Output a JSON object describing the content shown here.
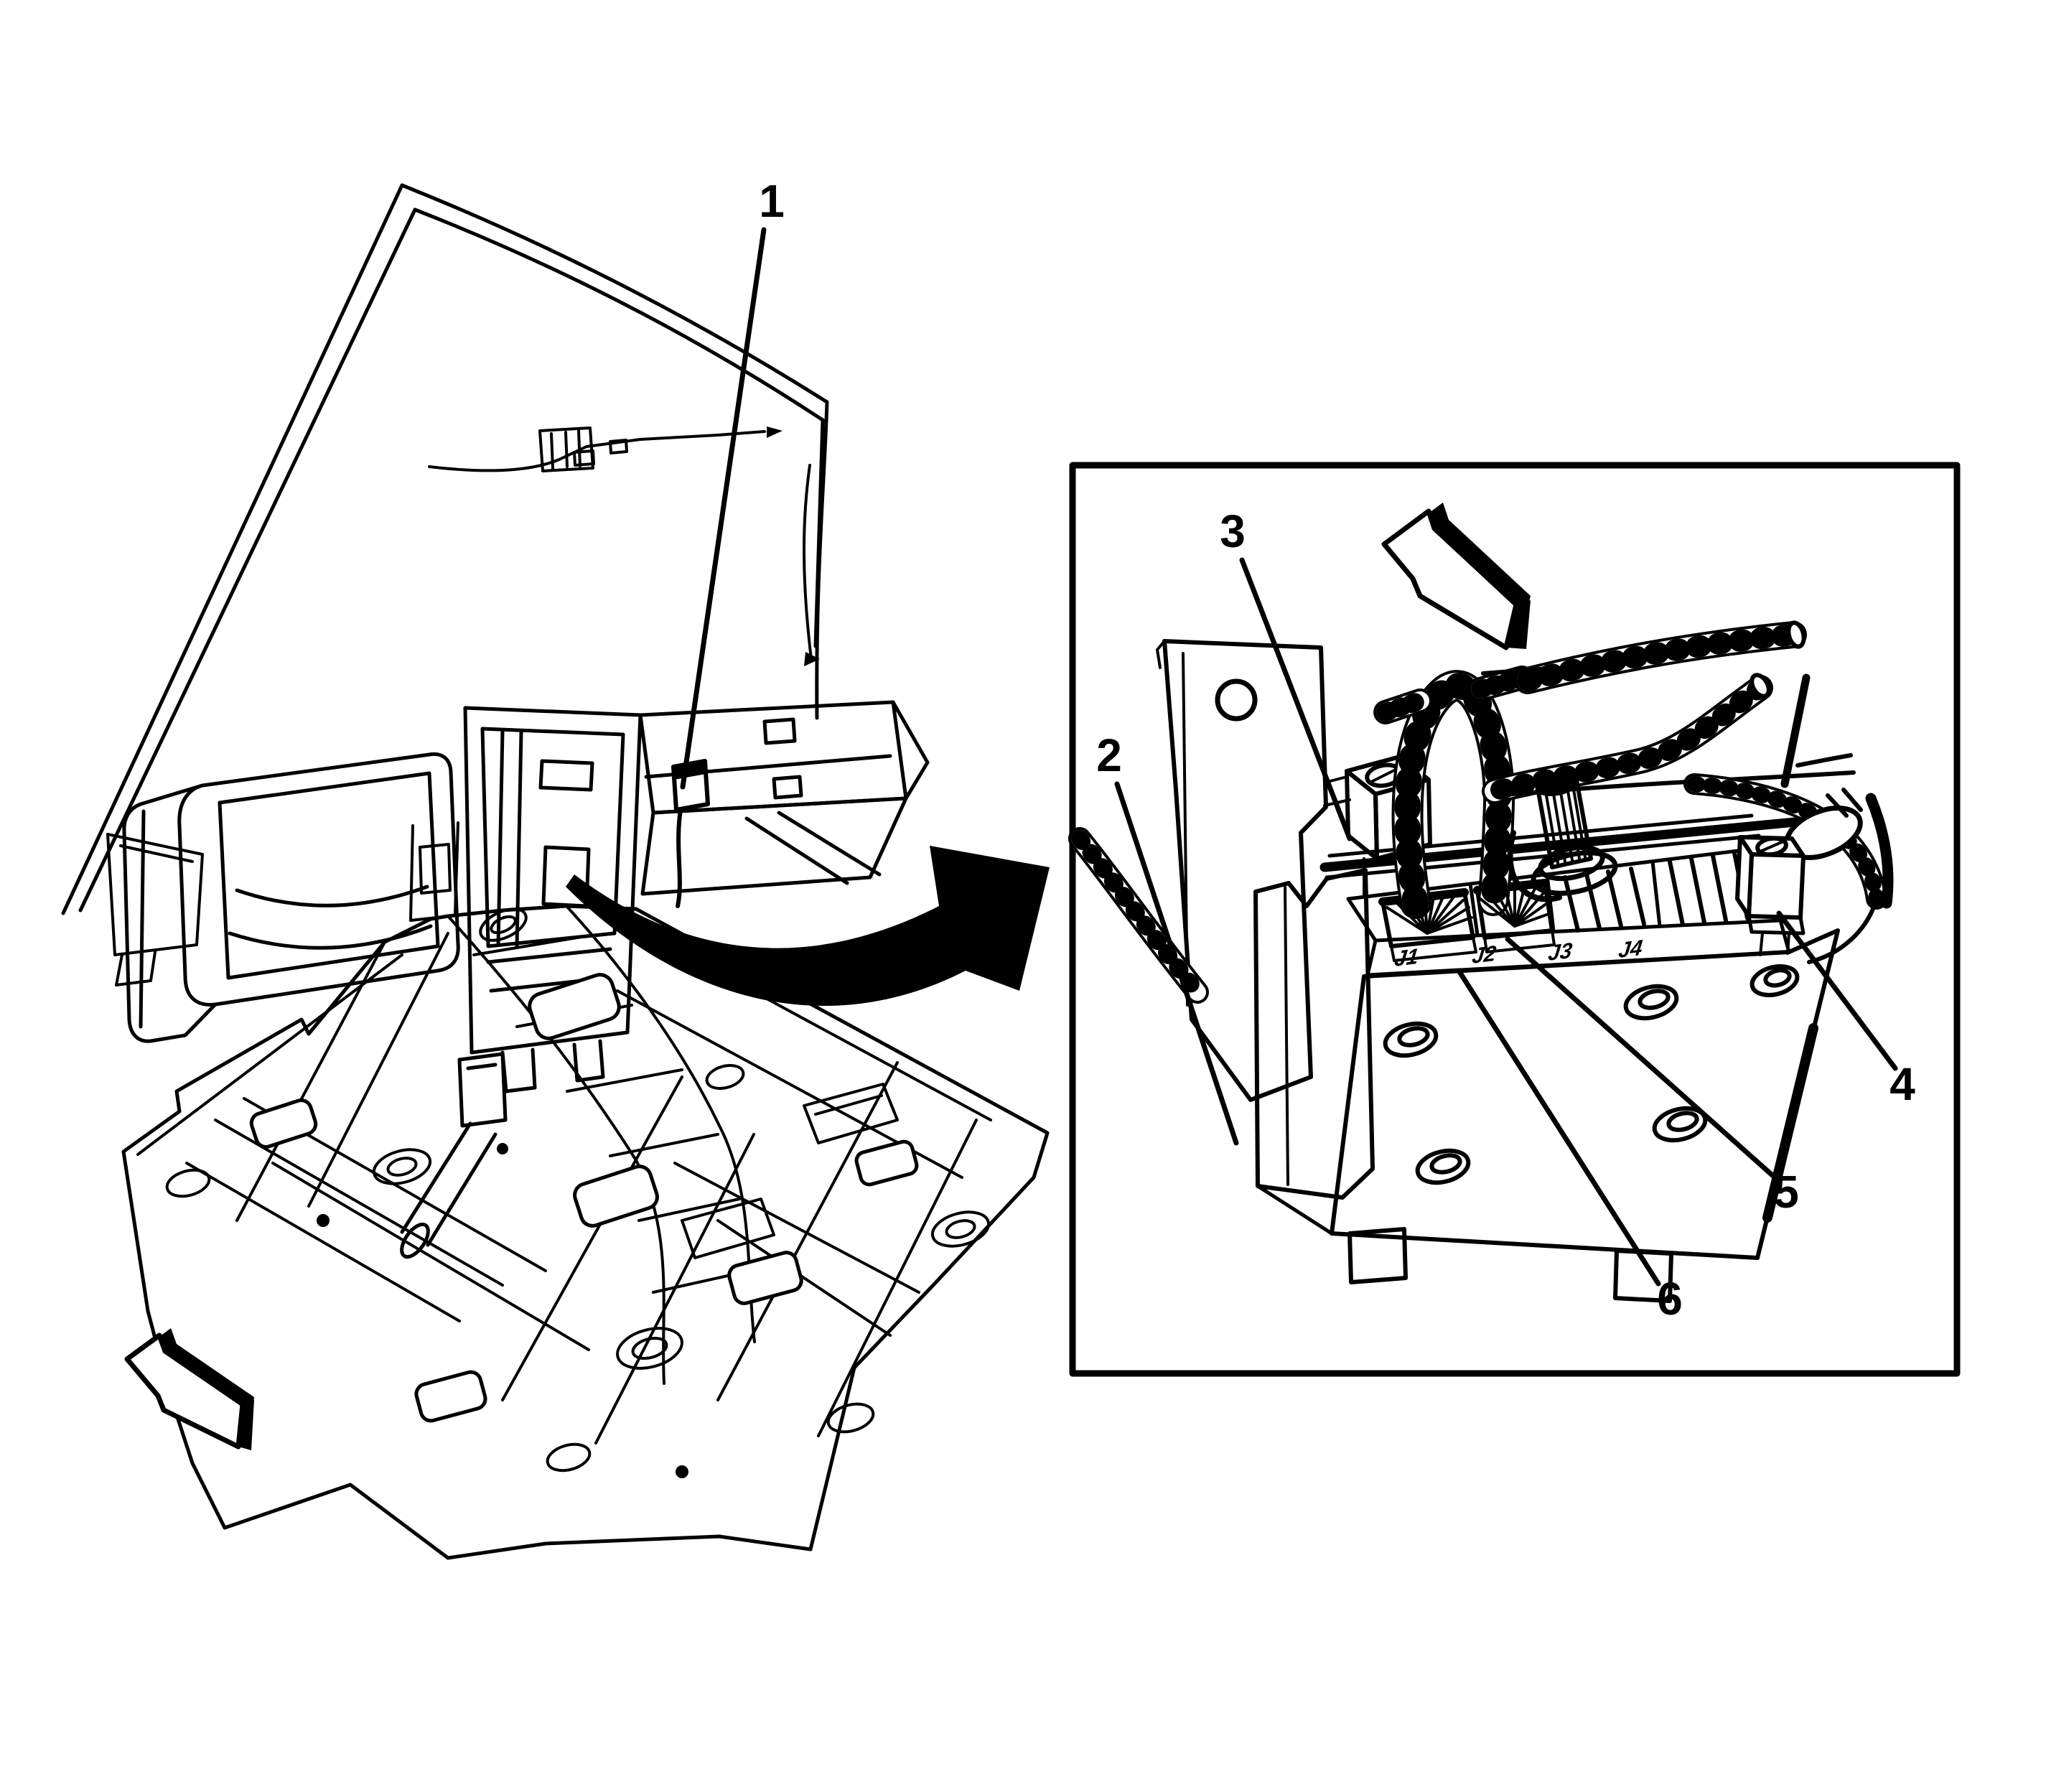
{
  "figure": {
    "background": "#ffffff",
    "line_color": "#000000",
    "callouts": [
      {
        "id": 1,
        "label": "1"
      },
      {
        "id": 2,
        "label": "2"
      },
      {
        "id": 3,
        "label": "3"
      },
      {
        "id": 4,
        "label": "4"
      },
      {
        "id": 5,
        "label": "5"
      },
      {
        "id": 6,
        "label": "6"
      }
    ],
    "connector_labels": [
      {
        "label": "J1"
      },
      {
        "label": "J2"
      },
      {
        "label": "J3"
      },
      {
        "label": "J4"
      }
    ]
  }
}
